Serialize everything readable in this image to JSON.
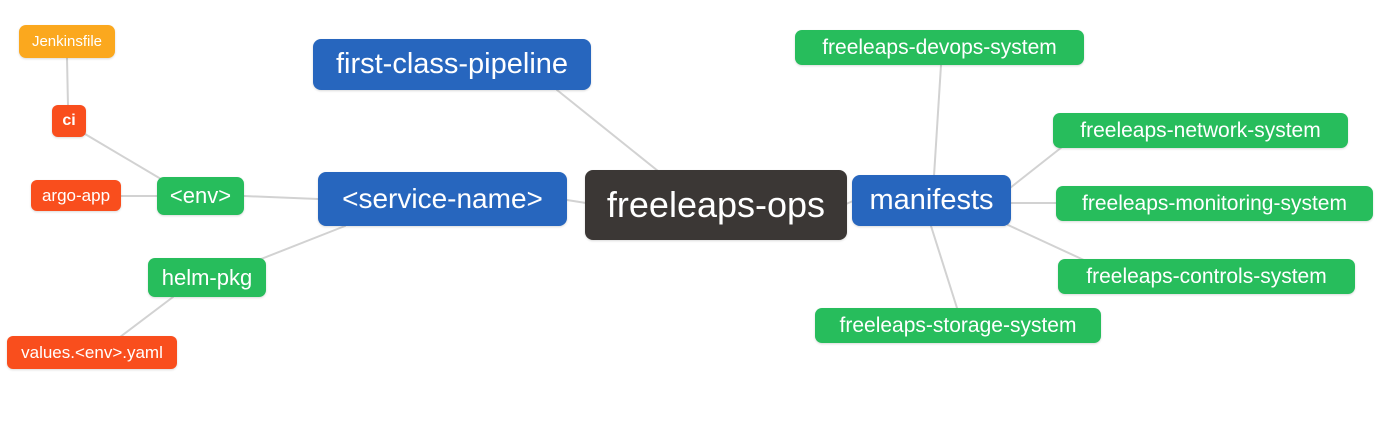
{
  "diagram": {
    "type": "mindmap",
    "root_label": "freeleaps-ops",
    "colors": {
      "root_dark": "#3b3735",
      "branch_blue": "#2766be",
      "leaf_green": "#27bd5c",
      "leaf_red_orange": "#f94e1d",
      "leaf_amber": "#fba81e",
      "edge_gray": "#d2d2d2",
      "text": "#ffffff",
      "background": "#ffffff"
    },
    "nodes": [
      {
        "id": "jenkinsfile",
        "label": "Jenkinsfile",
        "color": "#fba81e"
      },
      {
        "id": "ci",
        "label": "ci",
        "color": "#f94e1d"
      },
      {
        "id": "argo-app",
        "label": "argo-app",
        "color": "#f94e1d"
      },
      {
        "id": "env",
        "label": "<env>",
        "color": "#27bd5c"
      },
      {
        "id": "first-class-pipeline",
        "label": "first-class-pipeline",
        "color": "#2766be"
      },
      {
        "id": "service-name",
        "label": "<service-name>",
        "color": "#2766be"
      },
      {
        "id": "helm-pkg",
        "label": "helm-pkg",
        "color": "#27bd5c"
      },
      {
        "id": "values-env-yaml",
        "label": "values.<env>.yaml",
        "color": "#f94e1d"
      },
      {
        "id": "freeleaps-ops",
        "label": "freeleaps-ops",
        "color": "#3b3735"
      },
      {
        "id": "manifests",
        "label": "manifests",
        "color": "#2766be"
      },
      {
        "id": "freeleaps-devops-system",
        "label": "freeleaps-devops-system",
        "color": "#27bd5c"
      },
      {
        "id": "freeleaps-network-system",
        "label": "freeleaps-network-system",
        "color": "#27bd5c"
      },
      {
        "id": "freeleaps-monitoring-system",
        "label": "freeleaps-monitoring-system",
        "color": "#27bd5c"
      },
      {
        "id": "freeleaps-controls-system",
        "label": "freeleaps-controls-system",
        "color": "#27bd5c"
      },
      {
        "id": "freeleaps-storage-system",
        "label": "freeleaps-storage-system",
        "color": "#27bd5c"
      }
    ],
    "edges": [
      {
        "from": "Jenkinsfile",
        "to": "ci"
      },
      {
        "from": "ci",
        "to": "<env>"
      },
      {
        "from": "argo-app",
        "to": "<env>"
      },
      {
        "from": "<env>",
        "to": "<service-name>"
      },
      {
        "from": "<service-name>",
        "to": "helm-pkg"
      },
      {
        "from": "helm-pkg",
        "to": "values.<env>.yaml"
      },
      {
        "from": "first-class-pipeline",
        "to": "freeleaps-ops"
      },
      {
        "from": "<service-name>",
        "to": "freeleaps-ops"
      },
      {
        "from": "freeleaps-ops",
        "to": "manifests"
      },
      {
        "from": "manifests",
        "to": "freeleaps-devops-system"
      },
      {
        "from": "manifests",
        "to": "freeleaps-network-system"
      },
      {
        "from": "manifests",
        "to": "freeleaps-monitoring-system"
      },
      {
        "from": "manifests",
        "to": "freeleaps-controls-system"
      },
      {
        "from": "manifests",
        "to": "freeleaps-storage-system"
      }
    ]
  }
}
